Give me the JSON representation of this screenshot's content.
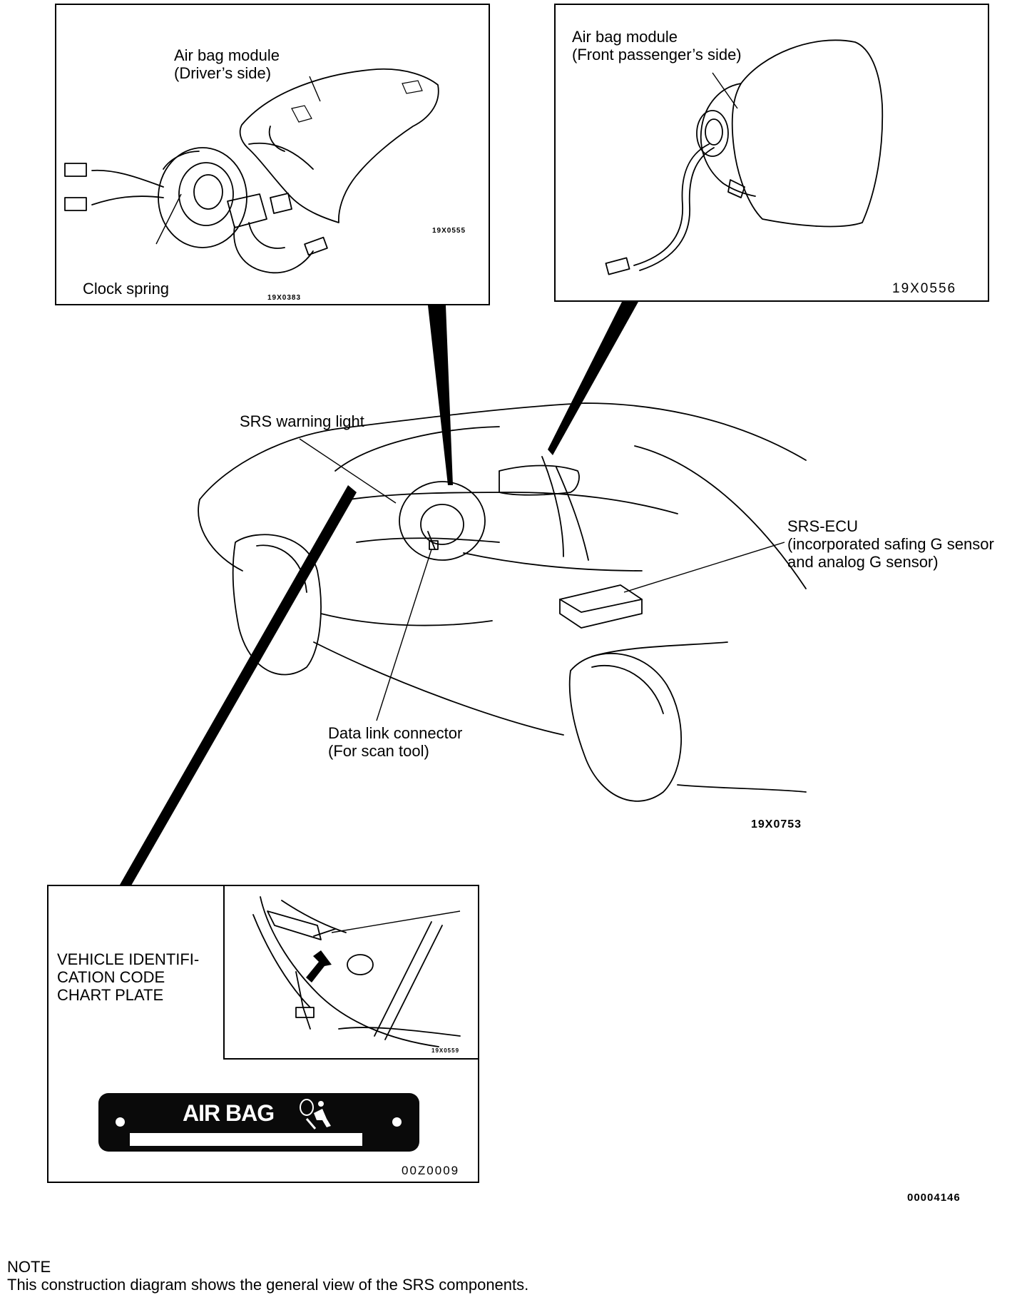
{
  "driver_panel": {
    "module_label": "Air bag module\n(Driver’s side)",
    "clock_spring_label": "Clock spring",
    "code_top": "19X0555",
    "code_bottom": "19X0383"
  },
  "passenger_panel": {
    "module_label": "Air bag module\n(Front passenger’s side)",
    "code": "19X0556"
  },
  "vehicle": {
    "warning_light_label": "SRS warning light",
    "ecu_label": "SRS-ECU\n(incorporated safing G sensor\nand analog G sensor)",
    "connector_label": "Data link connector\n(For scan tool)",
    "code": "19X0753"
  },
  "plate_panel": {
    "label": "VEHICLE IDENTIFI-\nCATION CODE\nCHART PLATE",
    "inset_code": "19X0559",
    "plate_text": "AIR BAG",
    "code": "00Z0009"
  },
  "figure_code": "00004146",
  "note": {
    "heading": "NOTE",
    "text": "This construction diagram shows the general view of the SRS components."
  },
  "icons": [
    "airbag-person-icon"
  ]
}
